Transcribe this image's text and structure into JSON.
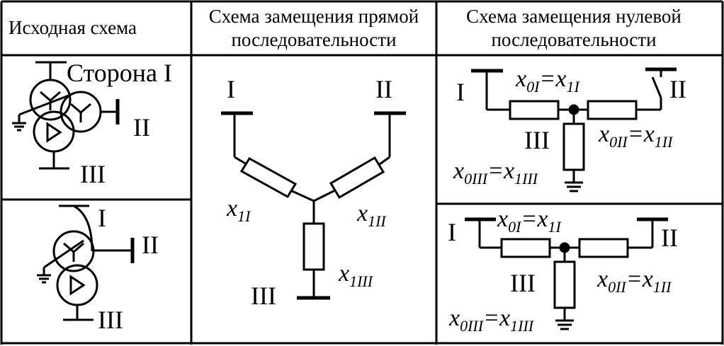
{
  "headers": {
    "col1": "Исходная схема",
    "col2_line1": "Схема замещения прямой",
    "col2_line2": "последовательности",
    "col3_line1": "Схема замещения нулевой",
    "col3_line2": "последовательности"
  },
  "labels": {
    "side_one": "Сторона I",
    "I": "I",
    "II": "II",
    "III": "III"
  },
  "math": {
    "x": "x",
    "eq": "=",
    "sub_1I": "1I",
    "sub_1II": "1II",
    "sub_1III": "1III",
    "sub_0I": "0I",
    "sub_0II": "0II",
    "sub_0III": "0III"
  }
}
